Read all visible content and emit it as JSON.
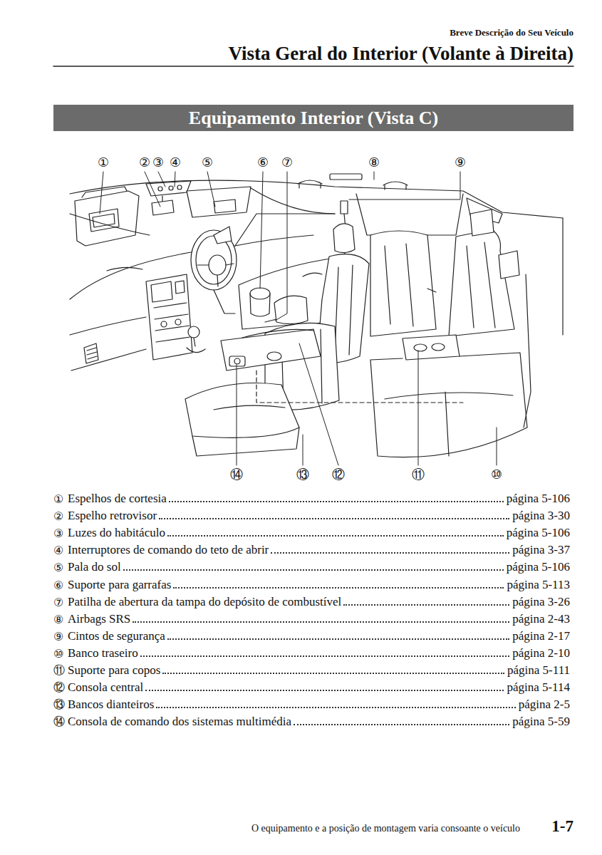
{
  "diagram": {
    "title": "Vista Geral do Interior (Volante à Direita)",
    "nodes": [
      {
        "text": [
          "Equipamento Interior (Vista C)"
        ]
      }
    ],
    "labels": [
      "Breve Descrição do Seu Veículo",
      "①",
      "②",
      "③",
      "④",
      "⑤",
      "⑥",
      "⑦",
      "⑧",
      "⑨",
      "⑭",
      "⑬",
      "⑫",
      "⑪",
      "⑩",
      "①",
      "Espelhos de cortesia",
      "página 5-106",
      "②",
      "Espelho retrovisor",
      "página 3-30",
      "③",
      "Luzes do habitáculo",
      "página 5-106",
      "④",
      "Interruptores de comando do teto de abrir",
      "página 3-37",
      "⑤",
      "Pala do sol",
      "página 5-106",
      "⑥",
      "Suporte para garrafas",
      "página 5-113",
      "⑦",
      "Patilha de abertura da tampa do depósito de combustível",
      "página 3-26",
      "⑧",
      "Airbags SRS",
      "página 2-43",
      "⑨",
      "Cintos de segurança",
      "página 2-17",
      "⑩",
      "Banco traseiro",
      "página 2-10",
      "⑪",
      "Suporte para copos",
      "página 5-111",
      "⑫",
      "Consola central",
      "página 5-114",
      "⑬",
      "Bancos dianteiros",
      "página 2-5",
      "⑭",
      "Consola de comando dos sistemas multimédia",
      "página 5-59",
      "O equipamento e a posição de montagem varia consoante o veículo",
      "1-7"
    ]
  }
}
